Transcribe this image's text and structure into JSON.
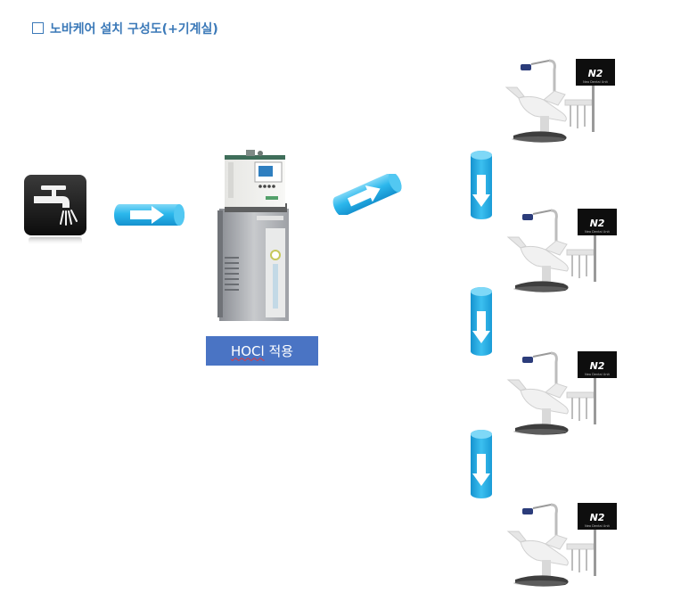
{
  "title": {
    "text": "노바케어 설치 구성도(+기계실)"
  },
  "label": {
    "prefix": "HOCl",
    "suffix": " 적용"
  },
  "colors": {
    "title": "#3b79b8",
    "pipe": "#29b6ec",
    "label_bg": "#4a74c4",
    "faucet_bg": "#1d1d1d"
  },
  "icons": [
    "square-icon",
    "faucet-icon",
    "flow-arrow-icon",
    "down-arrow-icon",
    "generator-device",
    "dental-unit"
  ],
  "monitor_text": "N2",
  "monitor_subtext": "Neo Dental Unit"
}
